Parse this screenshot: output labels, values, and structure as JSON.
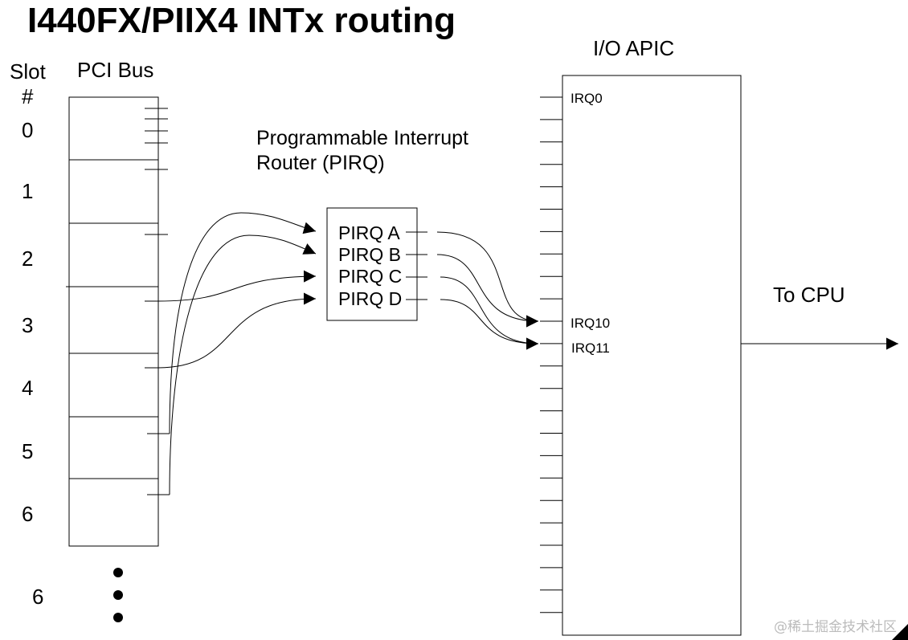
{
  "title": "I440FX/PIIX4 INTx routing",
  "slot_header_line1": "Slot",
  "slot_header_line2": "#",
  "pci_bus_label": "PCI Bus",
  "slots": [
    "0",
    "1",
    "2",
    "3",
    "4",
    "5",
    "6"
  ],
  "extra_slot_label": "6",
  "router_label_line1": "Programmable Interrupt",
  "router_label_line2": "Router (PIRQ)",
  "pirq_lines": [
    "PIRQ A",
    "PIRQ B",
    "PIRQ C",
    "PIRQ D"
  ],
  "ioapic_label": "I/O APIC",
  "irq_labels": {
    "irq0": "IRQ0",
    "irq10": "IRQ10",
    "irq11": "IRQ11"
  },
  "to_cpu_label": "To CPU",
  "watermark": "@稀土掘金技术社区"
}
